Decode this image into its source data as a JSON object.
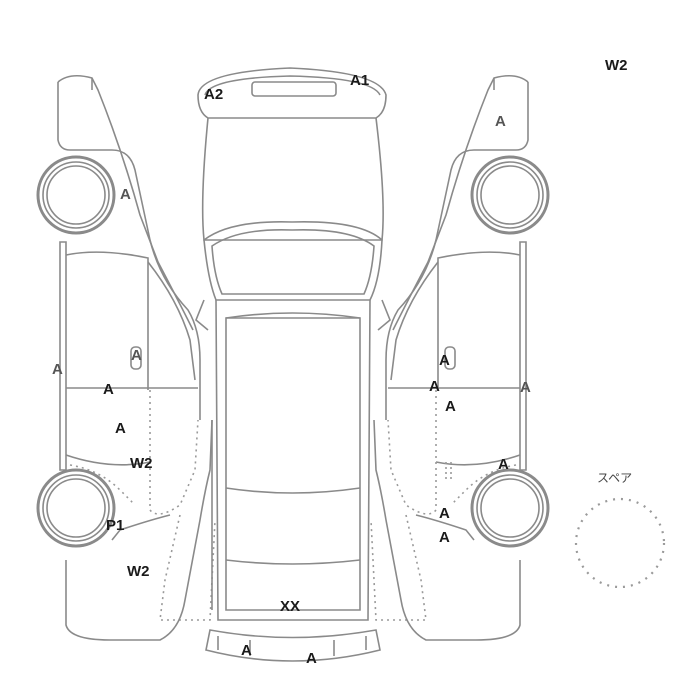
{
  "sheet": {
    "corner_code": "W2",
    "spare_label": "スペア"
  },
  "marks": {
    "top_front": [
      "A2",
      "A1"
    ],
    "left_side": [
      "A",
      "A",
      "A",
      "A",
      "A",
      "W2",
      "P1",
      "W2"
    ],
    "right_side": [
      "A",
      "A",
      "A",
      "A",
      "A",
      "A",
      "A",
      "A"
    ],
    "top_center": [
      "XX"
    ],
    "top_rear": [
      "A",
      "A"
    ]
  },
  "colors": {
    "outline": "#8a8a8a",
    "text": "#1a1a1a",
    "dotted": "#9a9a9a"
  }
}
